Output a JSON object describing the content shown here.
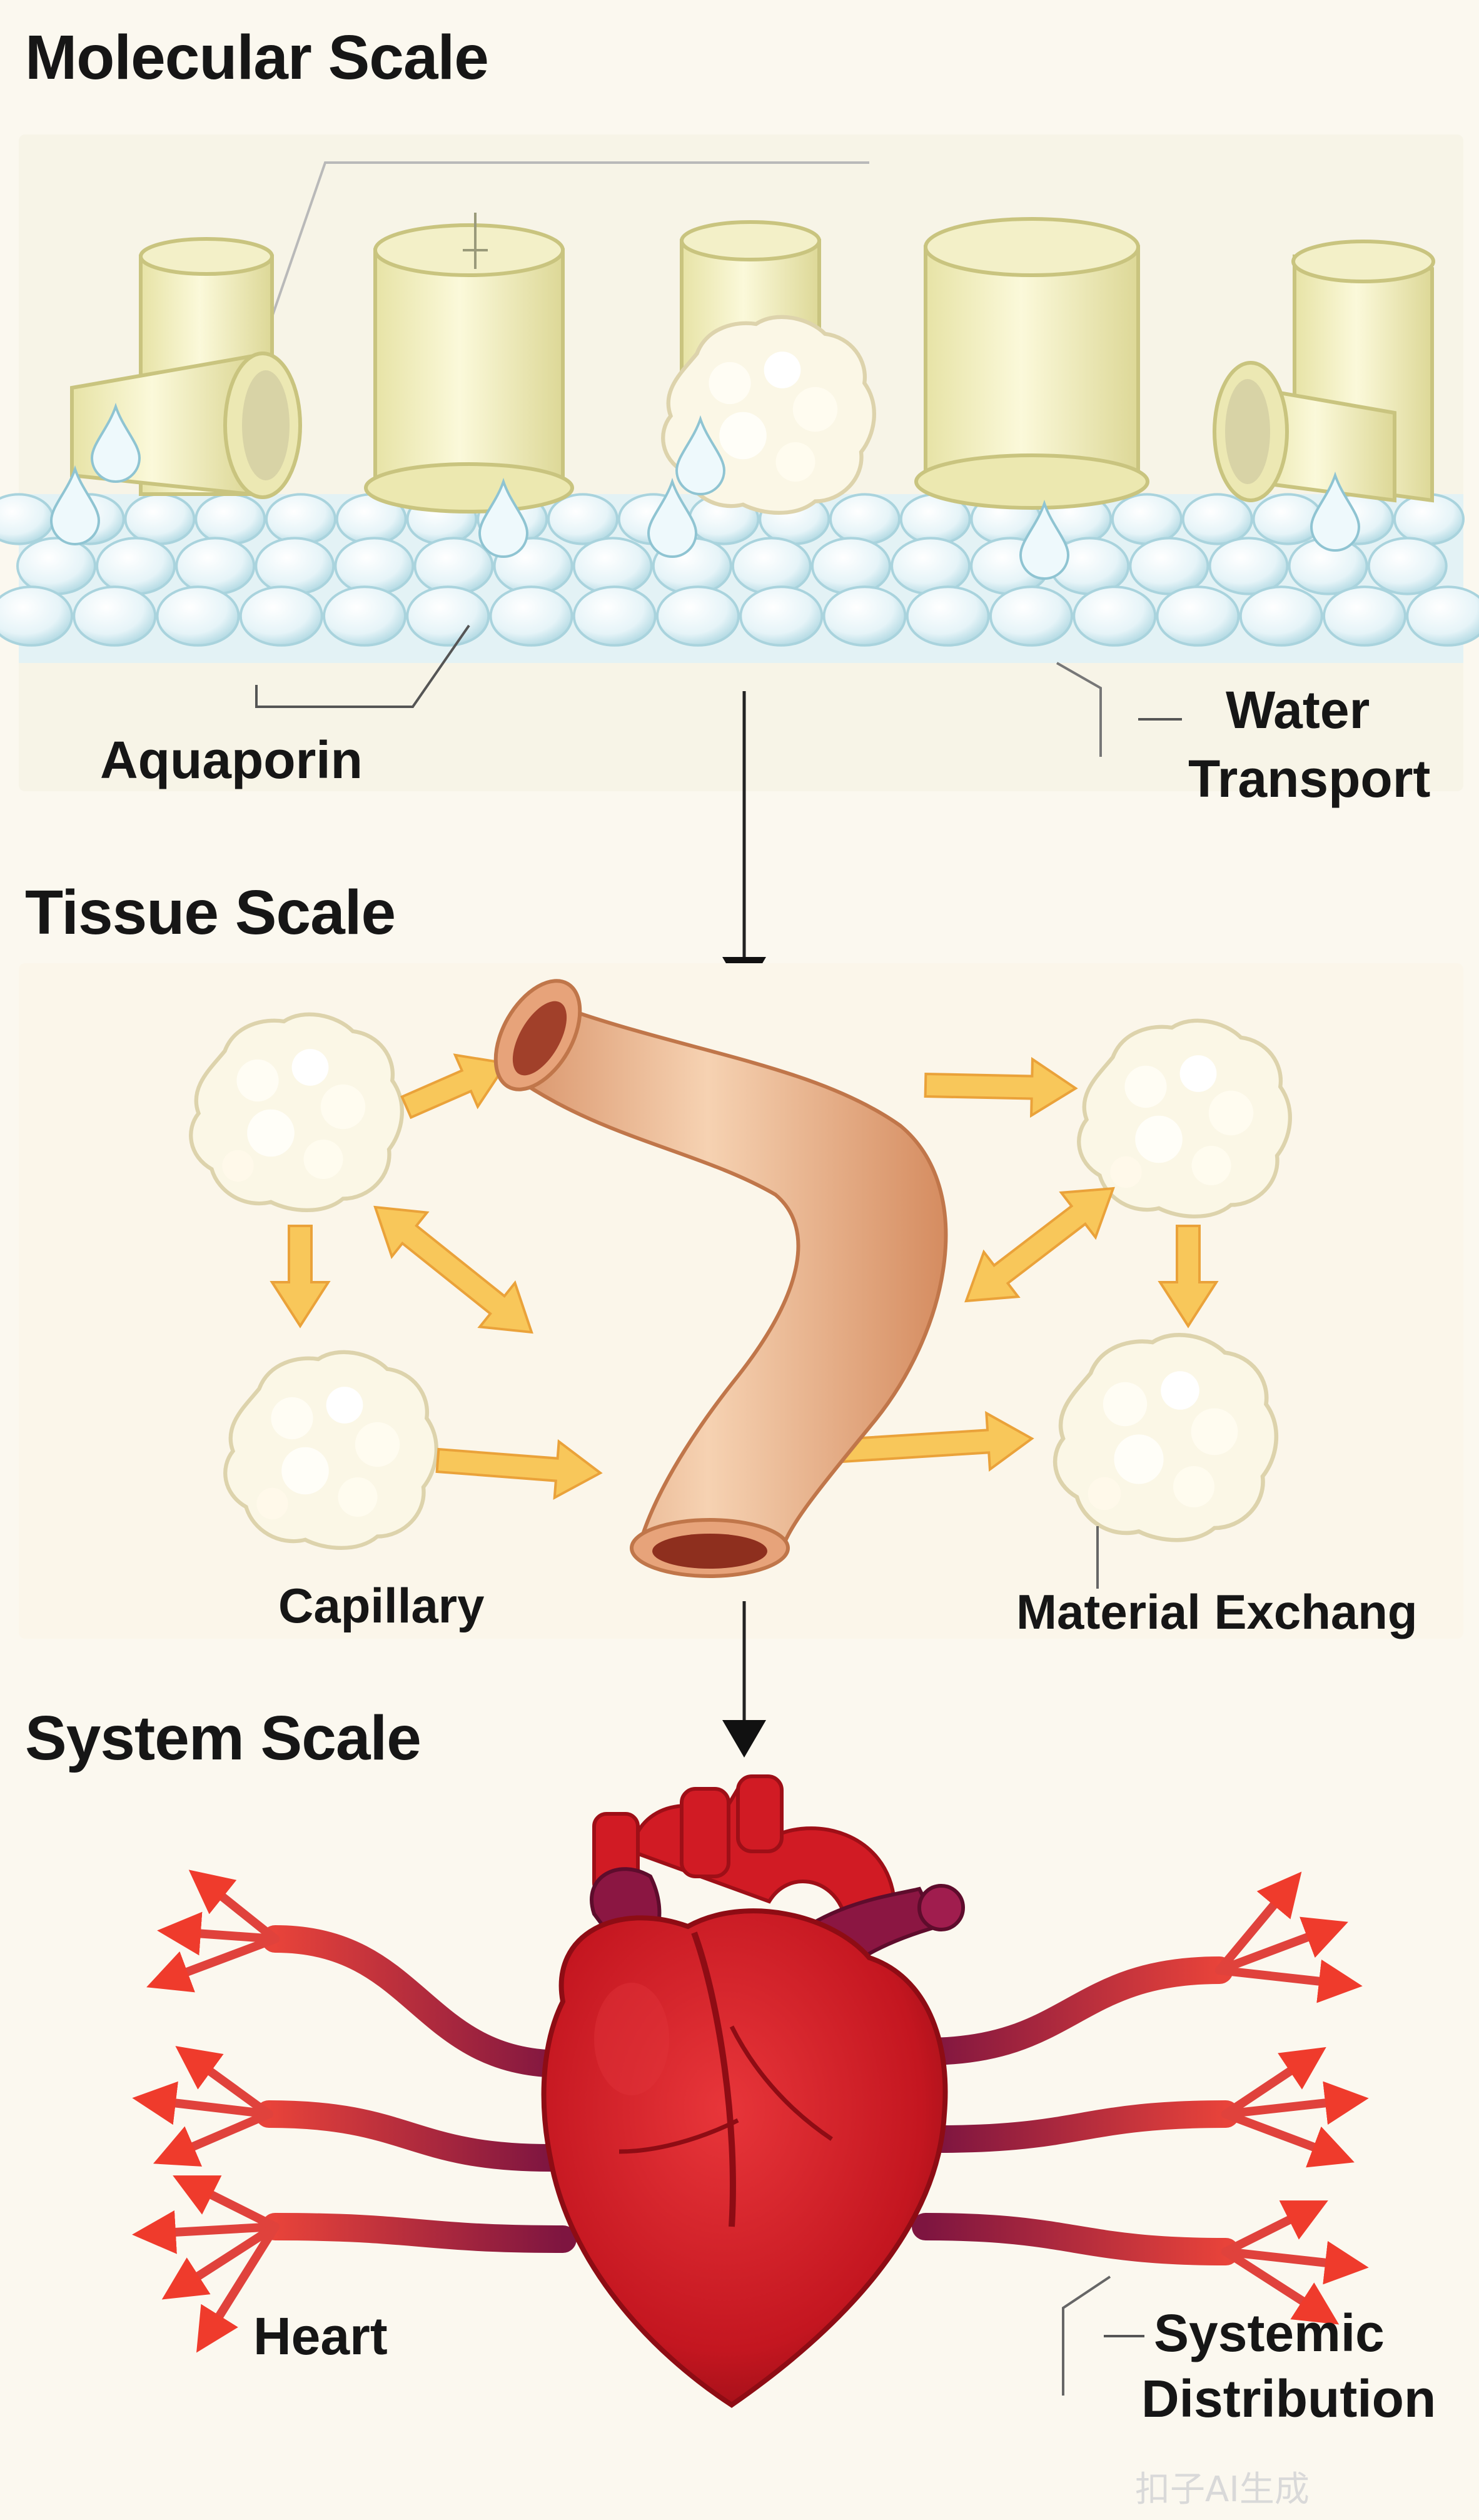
{
  "sections": {
    "molecular": {
      "title": "Molecular Scale",
      "labels": {
        "aquaporin": "Aquaporin",
        "water_line1": "Water",
        "water_line2": "Transport"
      }
    },
    "tissue": {
      "title": "Tissue Scale",
      "labels": {
        "capillary": "Capillary",
        "exchange": "Material Exchang"
      }
    },
    "system": {
      "title": "System Scale",
      "labels": {
        "heart": "Heart",
        "systemic_line1": "Systemic",
        "systemic_line2": "Distribution"
      }
    }
  },
  "watermark": "扣子AI生成",
  "colors": {
    "background": "#fbf8ef",
    "channel": "#f1eebe",
    "membrane": "#dff1f5",
    "capillary": "#eab48d",
    "cell": "#fbf7e6",
    "flow_arrow": "#f7bd45",
    "heart": "#c81822",
    "vessel": "#8b1642",
    "vessel_tip": "#ef3b2c"
  }
}
